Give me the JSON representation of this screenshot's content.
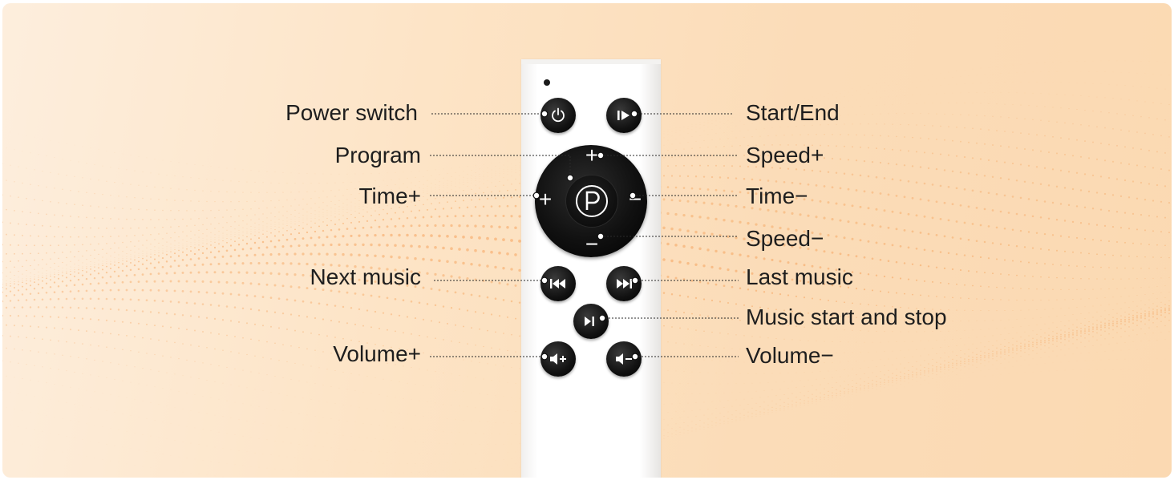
{
  "labels_left": [
    {
      "id": "power-switch",
      "text": "Power switch"
    },
    {
      "id": "program",
      "text": "Program"
    },
    {
      "id": "time-plus",
      "text": "Time+"
    },
    {
      "id": "next-music",
      "text": "Next music"
    },
    {
      "id": "volume-plus",
      "text": "Volume+"
    }
  ],
  "labels_right": [
    {
      "id": "start-end",
      "text": "Start/End"
    },
    {
      "id": "speed-plus",
      "text": "Speed+"
    },
    {
      "id": "time-minus",
      "text": "Time−"
    },
    {
      "id": "speed-minus",
      "text": "Speed−"
    },
    {
      "id": "last-music",
      "text": "Last music"
    },
    {
      "id": "music-start-stop",
      "text": "Music start and stop"
    },
    {
      "id": "volume-minus",
      "text": "Volume−"
    }
  ],
  "colors": {
    "accent_dots": "#f5a35c",
    "background": "#fde4c6",
    "button": "#111111"
  },
  "icons": [
    "power-icon",
    "play-stop-icon",
    "program-p-icon",
    "previous-track-icon",
    "next-track-icon",
    "play-pause-icon",
    "volume-up-icon",
    "volume-down-icon"
  ],
  "dpad_glyphs": {
    "plus": "+",
    "minus": "−"
  }
}
